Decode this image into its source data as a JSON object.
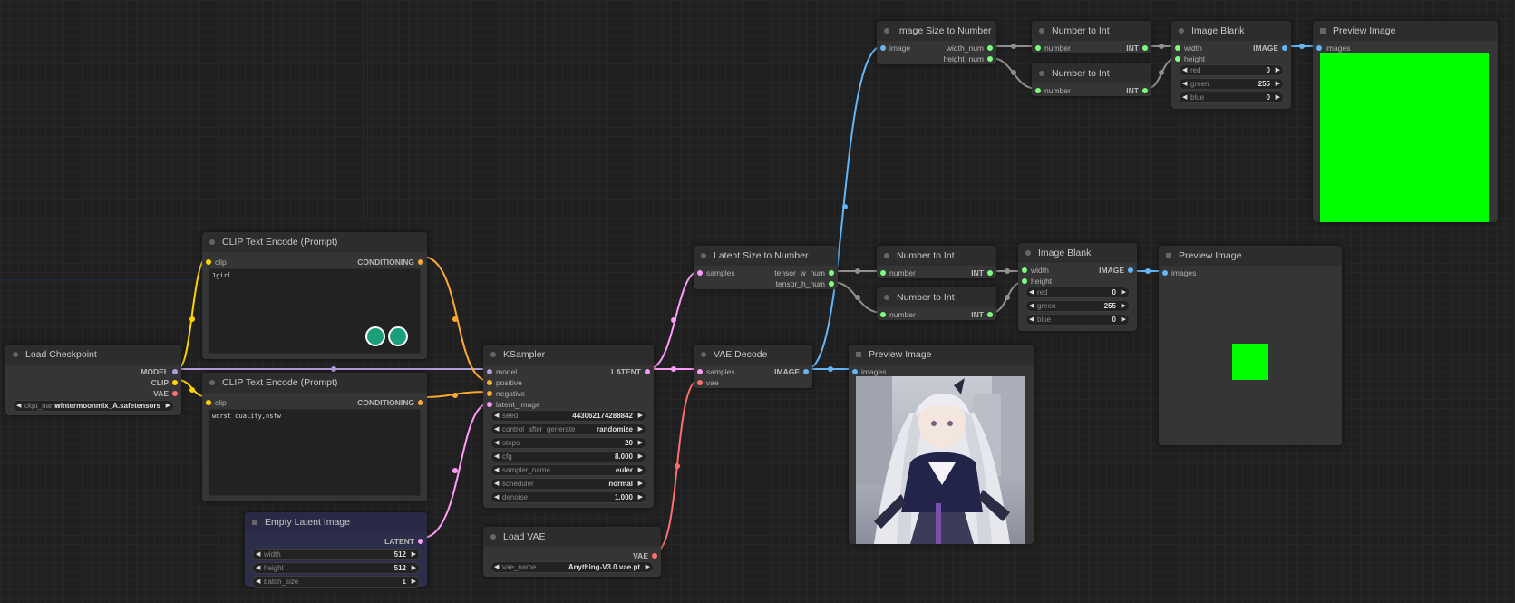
{
  "colors": {
    "clip": "#ffd500",
    "conditioning": "#ffa931",
    "model": "#b39ddb",
    "vae": "#ff6e6e",
    "latent": "#ff9cf9",
    "image": "#64b5f6",
    "int": "#7cff7c",
    "preview_fill": "#00ff00"
  },
  "icons": {
    "node_dot": "circle-dot",
    "decrement": "left-arrow",
    "increment": "right-arrow",
    "assist": "grammar-assistant-icon"
  },
  "load_checkpoint": {
    "title": "Load Checkpoint",
    "outputs": [
      "MODEL",
      "CLIP",
      "VAE"
    ],
    "widget": {
      "label": "ckpt_name",
      "value": "wintermoonmix_A.safetensors"
    }
  },
  "clip_pos": {
    "title": "CLIP Text Encode (Prompt)",
    "input": "clip",
    "output": "CONDITIONING",
    "text": "1girl"
  },
  "clip_neg": {
    "title": "CLIP Text Encode (Prompt)",
    "input": "clip",
    "output": "CONDITIONING",
    "text": "worst quality,nsfw"
  },
  "empty_latent": {
    "title": "Empty Latent Image",
    "output": "LATENT",
    "widgets": [
      {
        "label": "width",
        "value": "512"
      },
      {
        "label": "height",
        "value": "512"
      },
      {
        "label": "batch_size",
        "value": "1"
      }
    ]
  },
  "ksampler": {
    "title": "KSampler",
    "inputs": [
      "model",
      "positive",
      "negative",
      "latent_image"
    ],
    "output": "LATENT",
    "widgets": [
      {
        "label": "seed",
        "value": "443062174288842"
      },
      {
        "label": "control_after_generate",
        "value": "randomize"
      },
      {
        "label": "steps",
        "value": "20"
      },
      {
        "label": "cfg",
        "value": "8.000"
      },
      {
        "label": "sampler_name",
        "value": "euler"
      },
      {
        "label": "scheduler",
        "value": "normal"
      },
      {
        "label": "denoise",
        "value": "1.000"
      }
    ]
  },
  "load_vae": {
    "title": "Load VAE",
    "output": "VAE",
    "widget": {
      "label": "vae_name",
      "value": "Anything-V3.0.vae.pt"
    }
  },
  "vae_decode": {
    "title": "VAE Decode",
    "inputs": [
      "samples",
      "vae"
    ],
    "output": "IMAGE"
  },
  "preview_main": {
    "title": "Preview Image",
    "input": "images"
  },
  "latent_size": {
    "title": "Latent Size to Number",
    "input": "samples",
    "outputs": [
      "tensor_w_num",
      "tensor_h_num"
    ]
  },
  "num_int_mid_a": {
    "title": "Number to Int",
    "input": "number",
    "output": "INT"
  },
  "num_int_mid_b": {
    "title": "Number to Int",
    "input": "number",
    "output": "INT"
  },
  "blank_mid": {
    "title": "Image Blank",
    "inputs": [
      "width",
      "height"
    ],
    "output": "IMAGE",
    "widgets": [
      {
        "label": "red",
        "value": "0"
      },
      {
        "label": "green",
        "value": "255"
      },
      {
        "label": "blue",
        "value": "0"
      }
    ]
  },
  "preview_mid": {
    "title": "Preview Image",
    "input": "images"
  },
  "image_size": {
    "title": "Image Size to Number",
    "input": "image",
    "outputs": [
      "width_num",
      "height_num"
    ]
  },
  "num_int_top_a": {
    "title": "Number to Int",
    "input": "number",
    "output": "INT"
  },
  "num_int_top_b": {
    "title": "Number to Int",
    "input": "number",
    "output": "INT"
  },
  "blank_top": {
    "title": "Image Blank",
    "inputs": [
      "width",
      "height"
    ],
    "output": "IMAGE",
    "widgets": [
      {
        "label": "red",
        "value": "0"
      },
      {
        "label": "green",
        "value": "255"
      },
      {
        "label": "blue",
        "value": "0"
      }
    ]
  },
  "preview_top": {
    "title": "Preview Image",
    "input": "images"
  }
}
